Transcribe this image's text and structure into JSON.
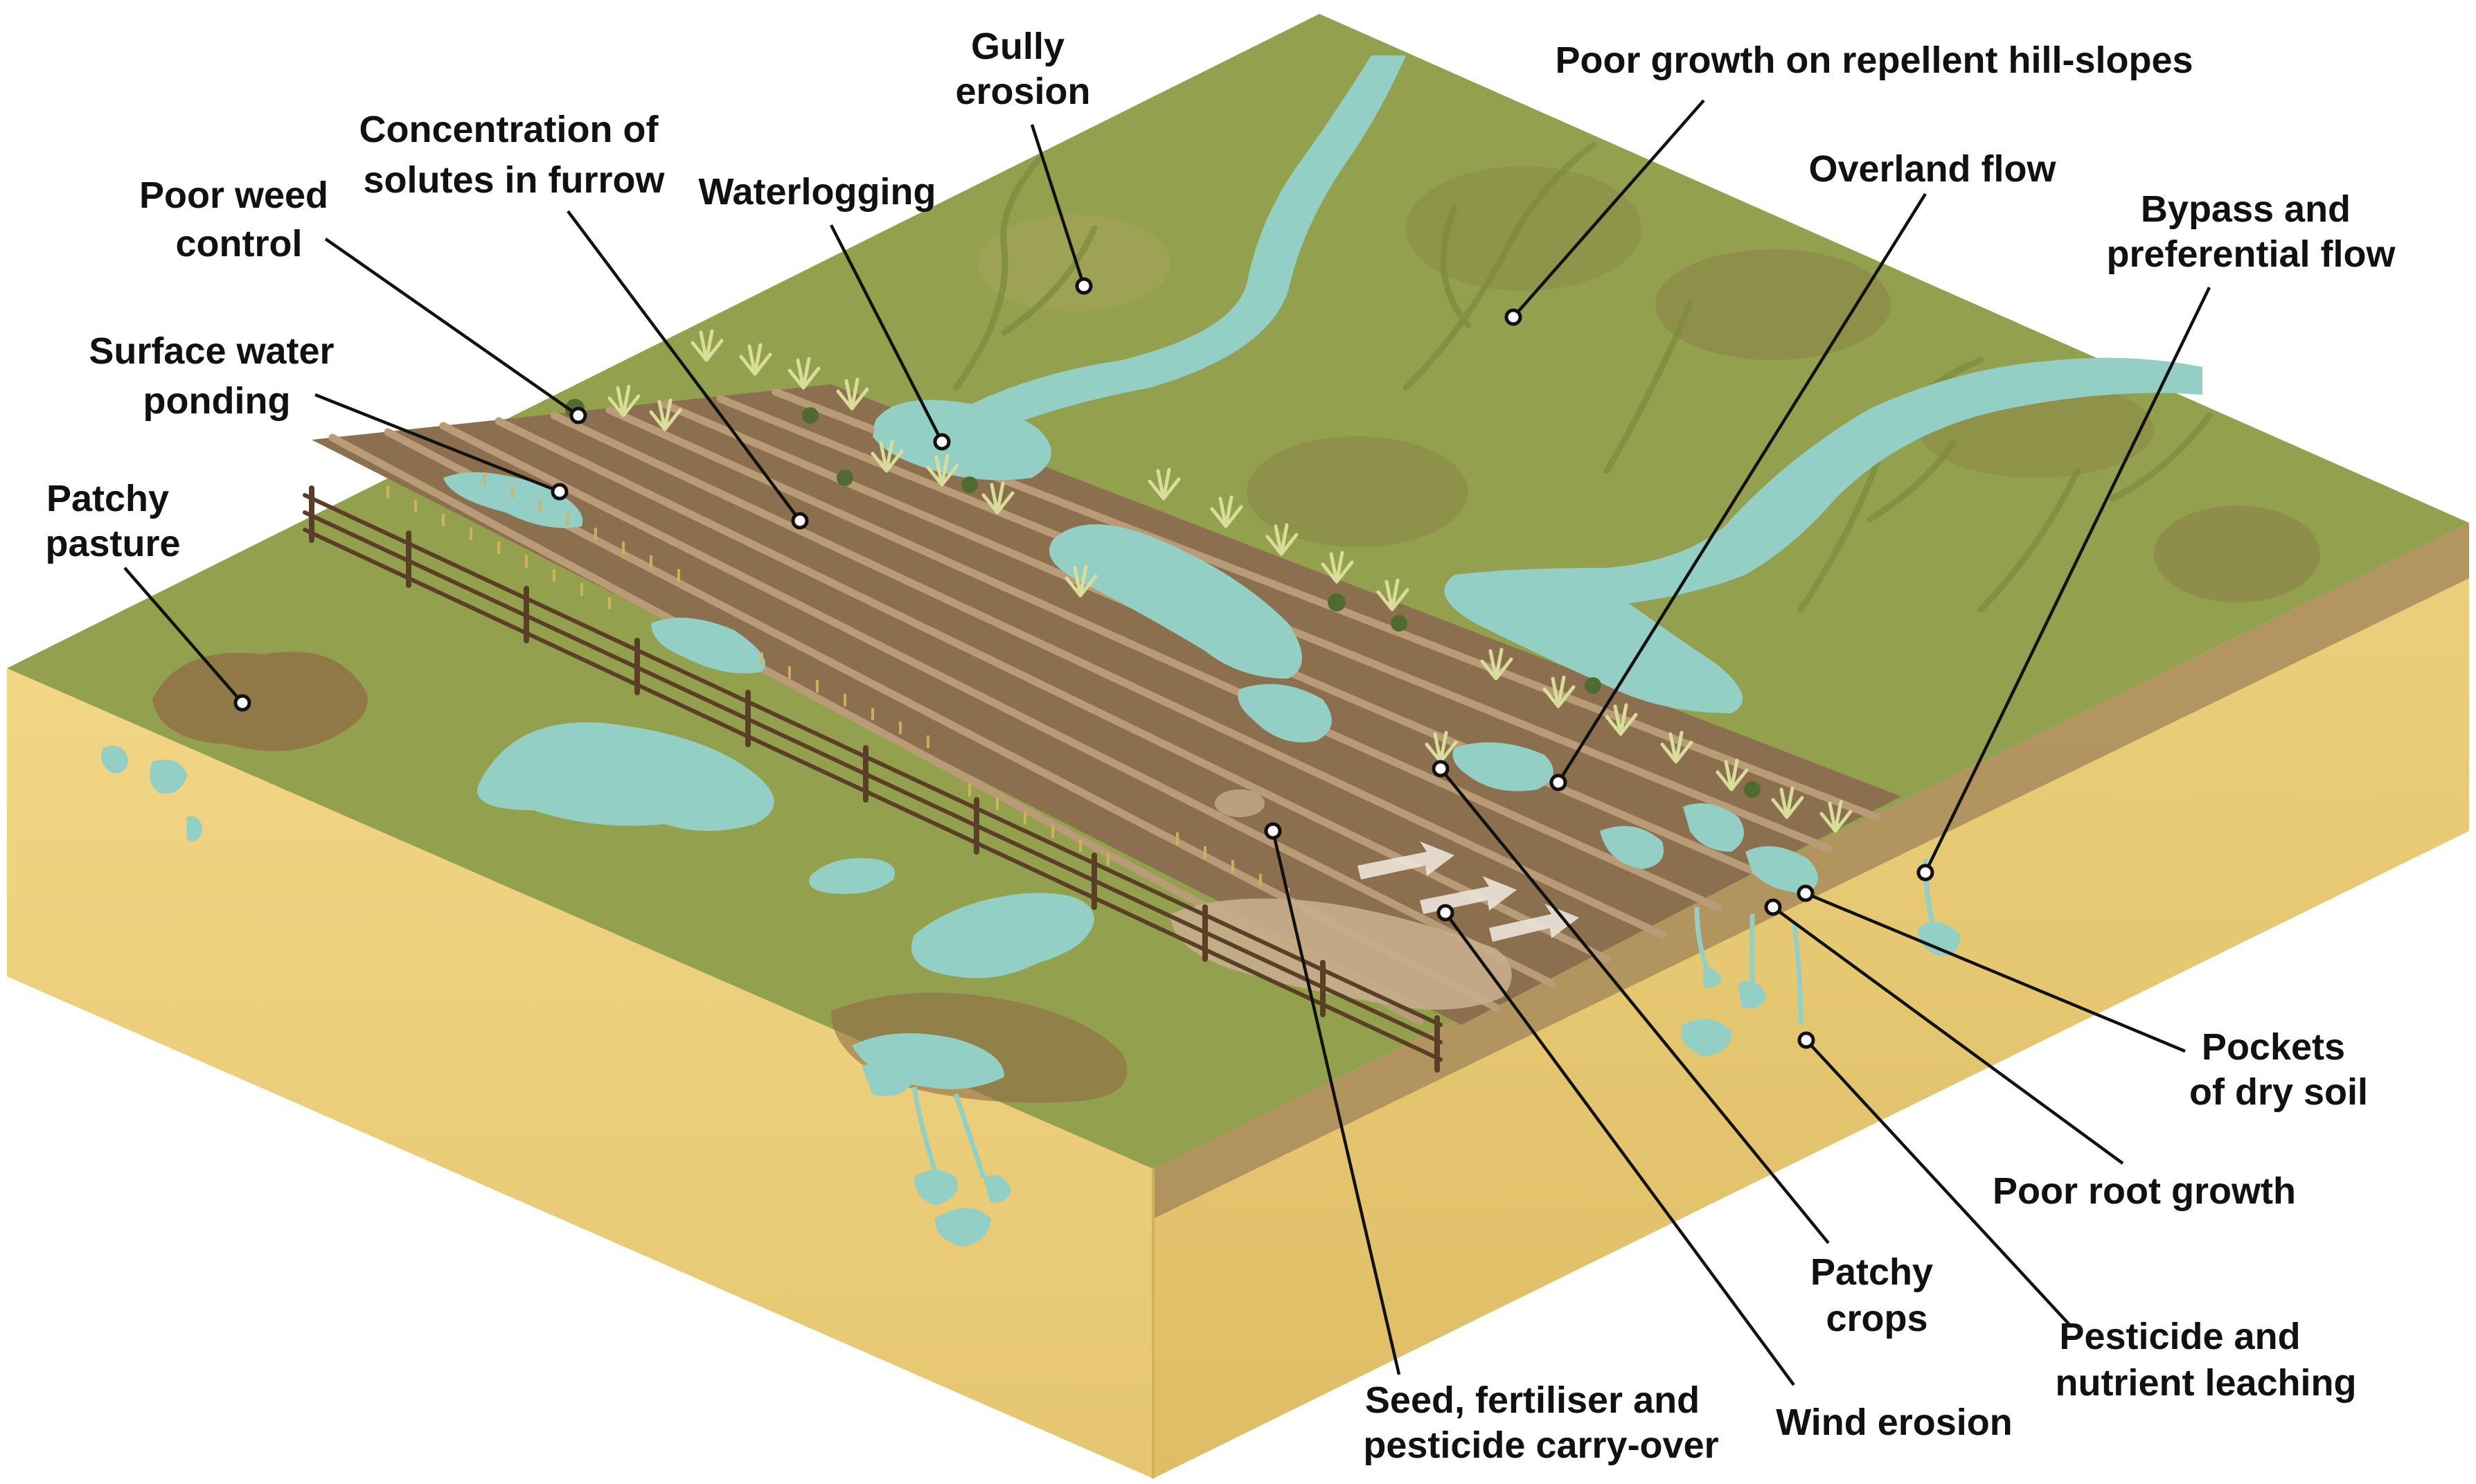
{
  "labels": {
    "gully_erosion": [
      "Gully",
      "erosion"
    ],
    "poor_growth_hillslopes": [
      "Poor growth on repellent hill-slopes"
    ],
    "concentration_solutes": [
      "Concentration of",
      "solutes in furrow"
    ],
    "waterlogging": [
      "Waterlogging"
    ],
    "overland_flow": [
      "Overland flow"
    ],
    "poor_weed_control": [
      "Poor weed",
      "control"
    ],
    "bypass_flow": [
      "Bypass and",
      "preferential flow"
    ],
    "surface_water_ponding": [
      "Surface water",
      "ponding"
    ],
    "patchy_pasture": [
      "Patchy",
      "pasture"
    ],
    "pockets_dry_soil": [
      "Pockets",
      "of dry soil"
    ],
    "poor_root_growth": [
      "Poor root growth"
    ],
    "patchy_crops": [
      "Patchy",
      "crops"
    ],
    "pesticide_leaching": [
      "Pesticide and",
      "nutrient leaching"
    ],
    "seed_carryover": [
      "Seed, fertiliser and",
      "pesticide carry-over"
    ],
    "wind_erosion": [
      "Wind erosion"
    ]
  },
  "colors": {
    "hill_green": "#93a04e",
    "pasture_green": "#8f9d4f",
    "soil_brown": "#8b6f4e",
    "furrow_light": "#b99b78",
    "water": "#93cfc4",
    "sand_side": "#ebcf7d",
    "sand_front": "#e4c46f",
    "subsoil": "#a68a5c",
    "fence": "#5a3f26",
    "crop": "#d9dd9a"
  }
}
